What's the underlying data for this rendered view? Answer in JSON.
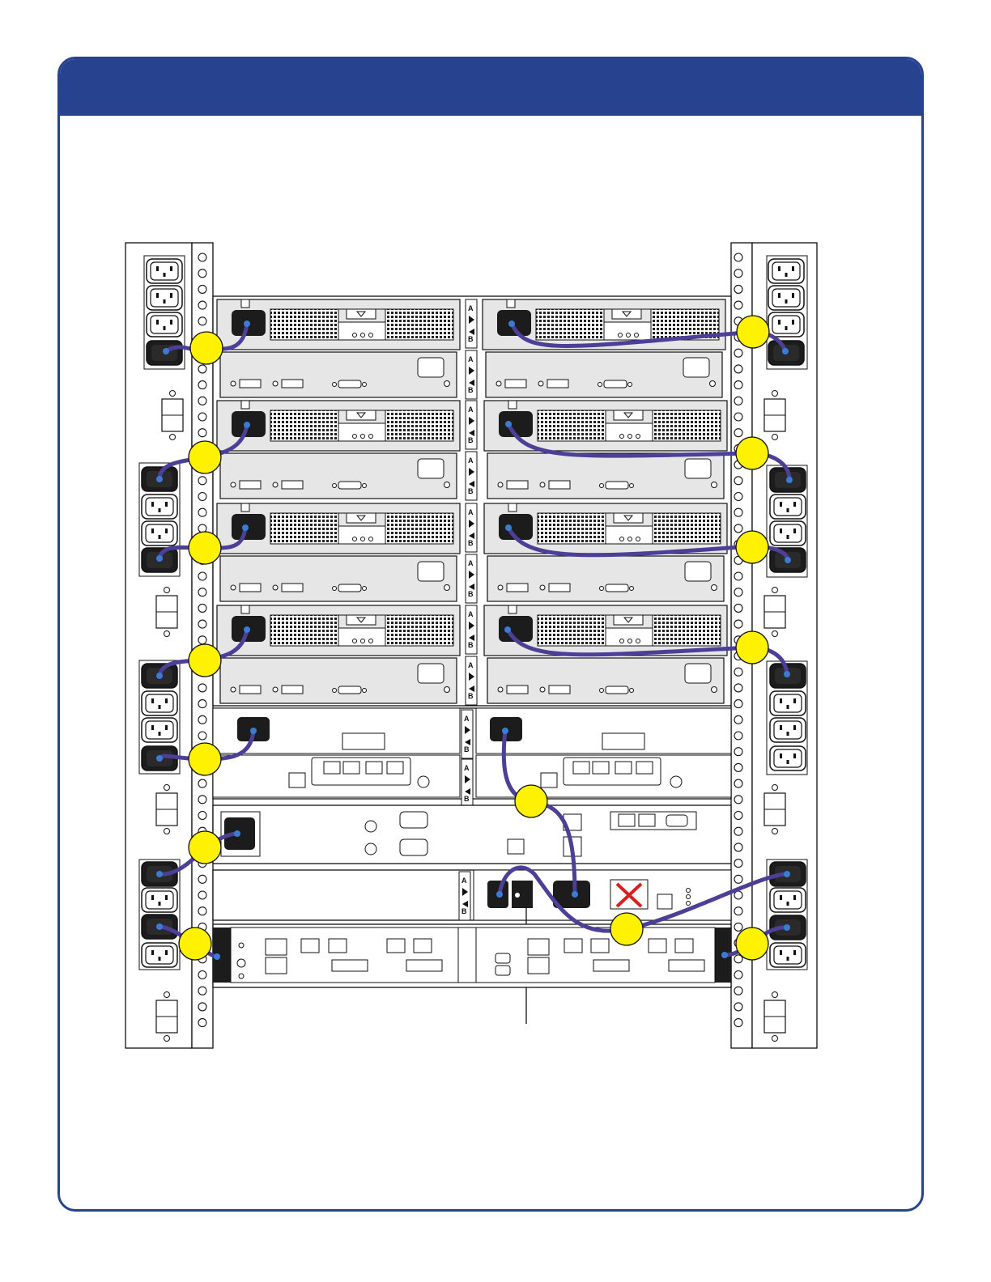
{
  "page": {
    "title": ""
  },
  "colors": {
    "frame": "#27438f",
    "cable": "#4b3f97",
    "cable_end": "#3a7bd5",
    "callout": "#fff200",
    "chassis_fill": "#e6e6e6",
    "outlet_black": "#1c1c1c",
    "fault_x": "#d62020"
  },
  "diagram": {
    "left_pdu": {
      "outlets": 16,
      "switched_outlets": 8
    },
    "right_pdu": {
      "outlets": 16,
      "switched_outlets": 8
    },
    "enclosures": [
      {
        "name": "enclosure-1",
        "controllers": 2
      },
      {
        "name": "enclosure-2",
        "controllers": 2
      },
      {
        "name": "enclosure-3",
        "controllers": 2
      },
      {
        "name": "enclosure-4",
        "controllers": 2
      }
    ],
    "psu_label_a": "A",
    "psu_label_b": "B",
    "callouts": 14,
    "cables": 14,
    "fault_indicator": "x-mark-icon",
    "power_switch": "switch-icon"
  }
}
